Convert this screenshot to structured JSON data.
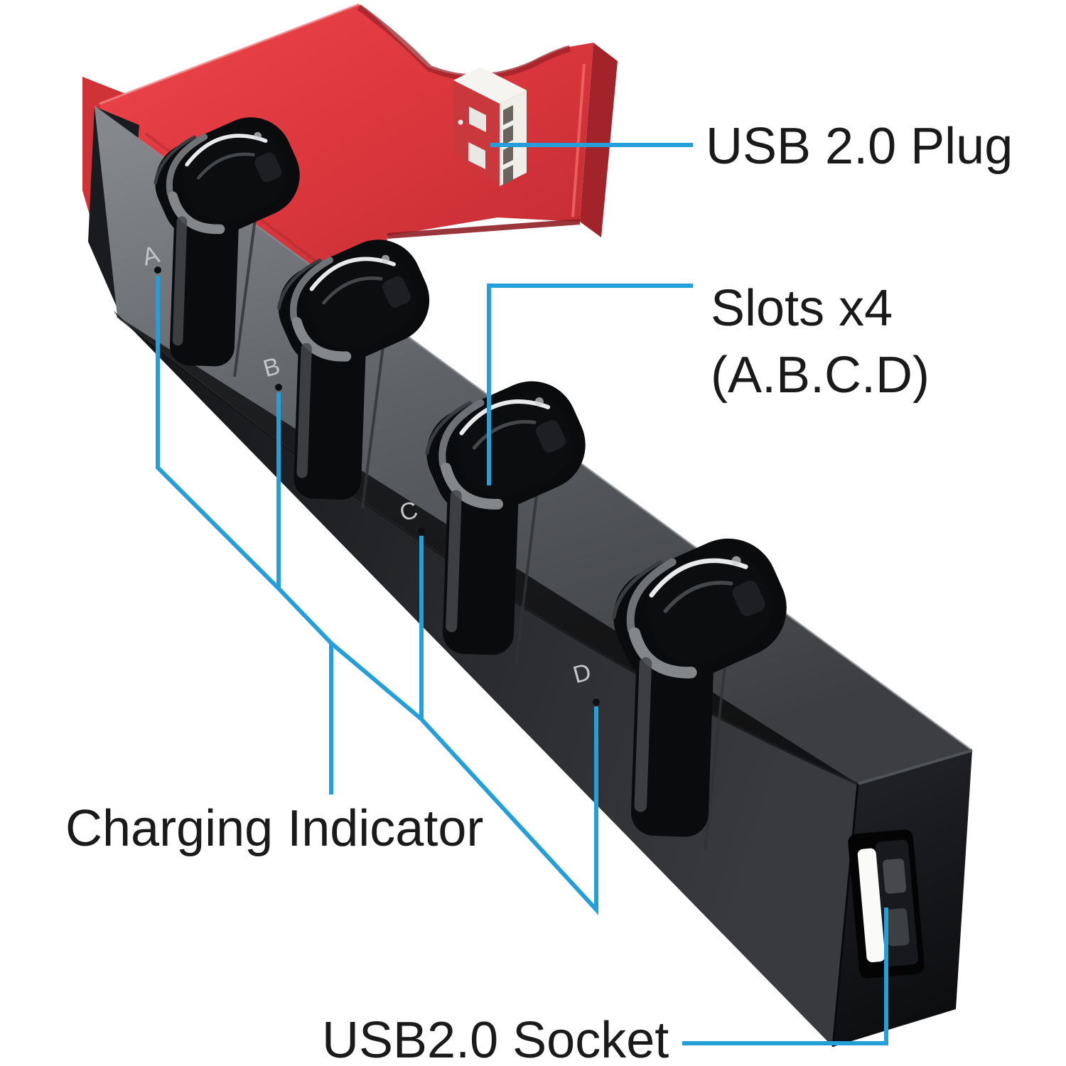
{
  "annotations": {
    "usb_plug": "USB 2.0 Plug",
    "slots_line1": "Slots x4",
    "slots_line2": "(A.B.C.D)",
    "charging_indicator": "Charging Indicator",
    "usb_socket": "USB2.0 Socket"
  },
  "product": {
    "slot_letters": [
      "A",
      "B",
      "C",
      "D"
    ],
    "slot_count": 4
  },
  "colors": {
    "callout_blue": "#259fd9",
    "dock_red": "#e23c40",
    "dock_red_dark": "#a3232a",
    "bar_dark": "#26282b",
    "background": "#ffffff"
  }
}
